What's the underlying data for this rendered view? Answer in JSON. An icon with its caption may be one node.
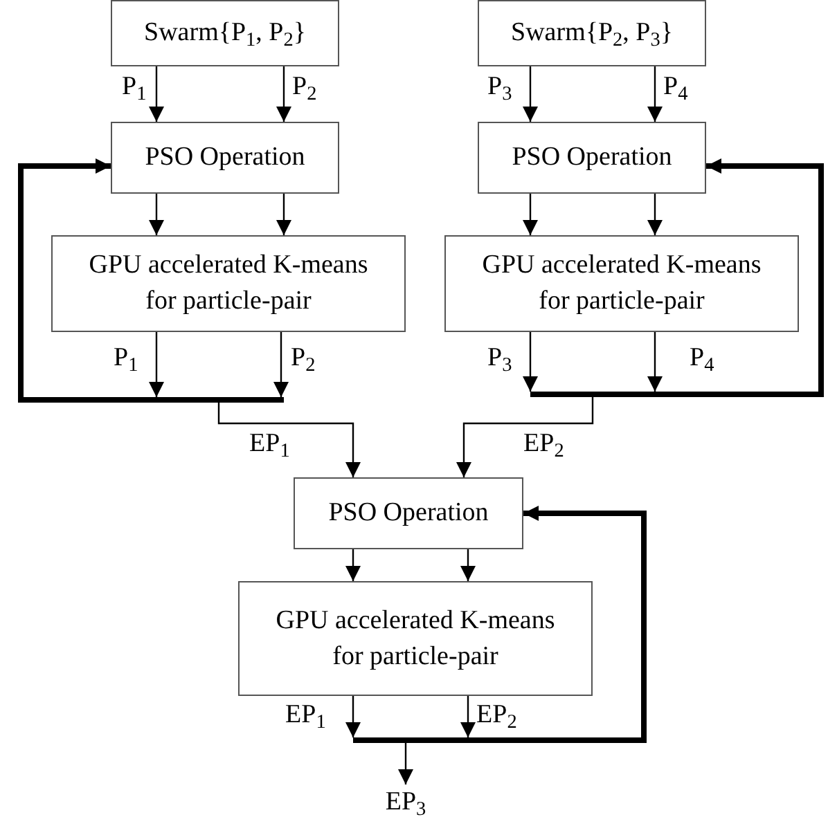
{
  "diagram": {
    "nodes": [
      {
        "text": [
          "Swarm{P$_{1}$, P$_{2}$}"
        ]
      },
      {
        "text": [
          "Swarm{P$_{2}$, P$_{3}$}"
        ]
      },
      {
        "text": [
          "PSO Operation"
        ]
      },
      {
        "text": [
          "PSO Operation"
        ]
      },
      {
        "text": [
          "GPU accelerated K-means for particle-pair"
        ]
      },
      {
        "text": [
          "GPU accelerated K-means for particle-pair"
        ]
      },
      {
        "text": [],
        "shape": "bar"
      },
      {
        "text": [],
        "shape": "bar"
      },
      {
        "text": [
          "PSO Operation"
        ]
      },
      {
        "text": [
          "GPU accelerated K-means for particle-pair"
        ]
      },
      {
        "text": [],
        "shape": "bar"
      },
      {
        "text": [
          "EP$_{3}$"
        ]
      }
    ],
    "edges": [
      {
        "from": 0,
        "to": 2,
        "arrow": "to",
        "label": "P$_{1}$"
      },
      {
        "from": 0,
        "to": 2,
        "arrow": "to",
        "label": "P$_{2}$"
      },
      {
        "from": 1,
        "to": 3,
        "arrow": "to",
        "label": "P$_{3}$"
      },
      {
        "from": 1,
        "to": 3,
        "arrow": "to",
        "label": "P$_{4}$"
      },
      {
        "from": 2,
        "to": 4,
        "arrow": "to"
      },
      {
        "from": 2,
        "to": 4,
        "arrow": "to"
      },
      {
        "from": 3,
        "to": 5,
        "arrow": "to"
      },
      {
        "from": 3,
        "to": 5,
        "arrow": "to"
      },
      {
        "from": 4,
        "to": 6,
        "arrow": "to",
        "label": "P$_{1}$"
      },
      {
        "from": 4,
        "to": 6,
        "arrow": "to",
        "label": "P$_{2}$"
      },
      {
        "from": 5,
        "to": 7,
        "arrow": "to",
        "label": "P$_{3}$"
      },
      {
        "from": 5,
        "to": 7,
        "arrow": "to",
        "label": "P$_{4}$"
      },
      {
        "from": 6,
        "to": 2,
        "arrow": "to",
        "style": "thick"
      },
      {
        "from": 7,
        "to": 3,
        "arrow": "to",
        "style": "thick"
      },
      {
        "from": 6,
        "to": 8,
        "arrow": "to",
        "label": "EP$_{1}$"
      },
      {
        "from": 7,
        "to": 8,
        "arrow": "to",
        "label": "EP$_{2}$"
      },
      {
        "from": 8,
        "to": 9,
        "arrow": "to"
      },
      {
        "from": 8,
        "to": 9,
        "arrow": "to"
      },
      {
        "from": 9,
        "to": 10,
        "arrow": "to",
        "label": "EP$_{1}$"
      },
      {
        "from": 9,
        "to": 10,
        "arrow": "to",
        "label": "EP$_{2}$"
      },
      {
        "from": 10,
        "to": 8,
        "arrow": "to",
        "style": "thick"
      },
      {
        "from": 10,
        "to": 11,
        "arrow": "to"
      }
    ]
  }
}
